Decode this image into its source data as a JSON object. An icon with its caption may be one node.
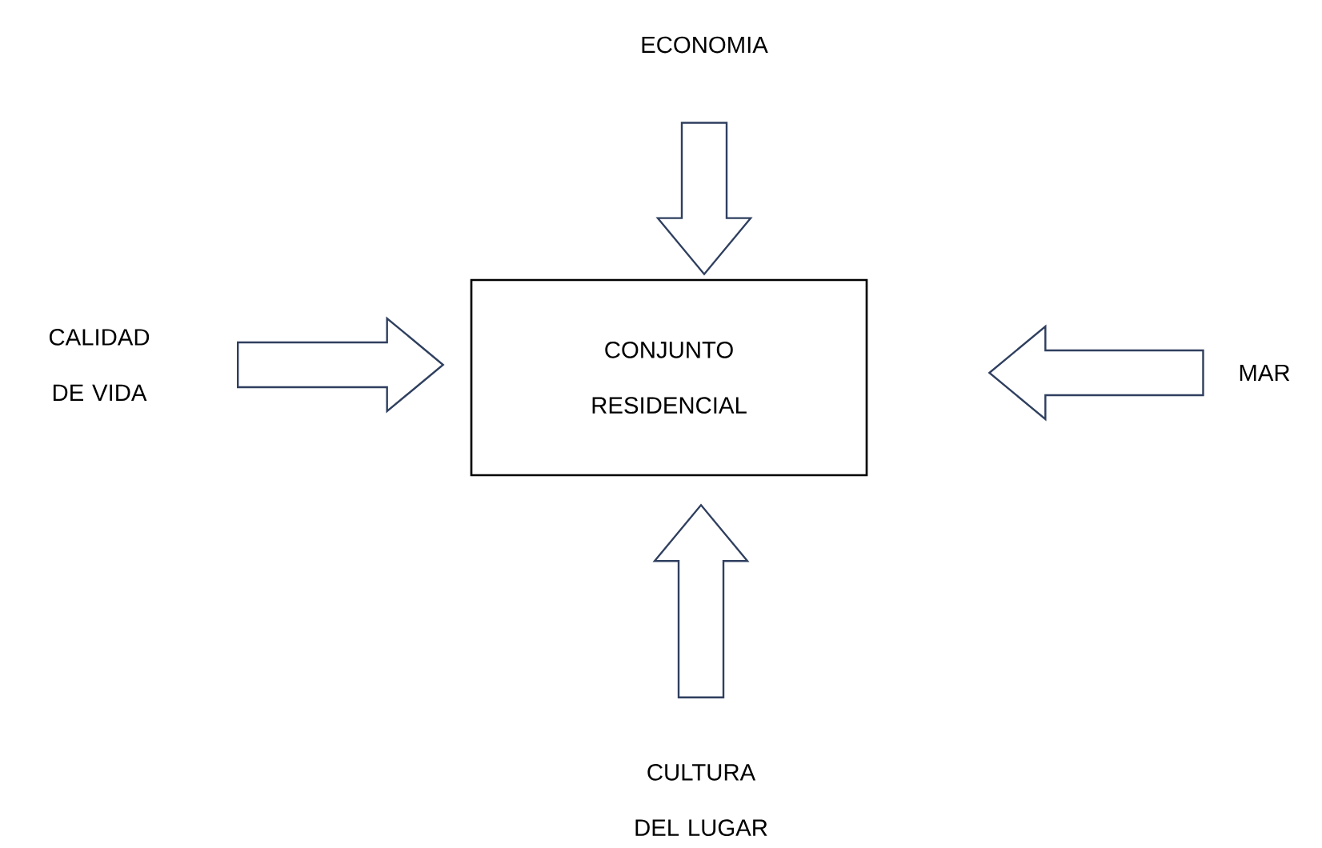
{
  "diagram": {
    "nodes": [
      {
        "text": [
          "CONJUNTO RESIDENCIAL"
        ]
      },
      {
        "text": [
          "ECONOMIA"
        ]
      },
      {
        "text": [
          "CALIDAD DE VIDA"
        ]
      },
      {
        "text": [
          "MAR"
        ]
      },
      {
        "text": [
          "CULTURA DEL LUGAR"
        ]
      }
    ],
    "edges": [
      {
        "from": 1,
        "to": 0,
        "arrow": "to"
      },
      {
        "from": 2,
        "to": 0,
        "arrow": "to"
      },
      {
        "from": 3,
        "to": 0,
        "arrow": "to"
      },
      {
        "from": 4,
        "to": 0,
        "arrow": "to"
      }
    ]
  }
}
